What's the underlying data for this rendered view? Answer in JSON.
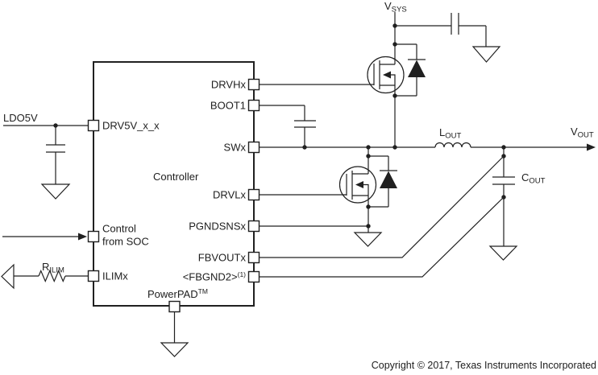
{
  "schematic": {
    "controller": {
      "name": "Controller",
      "pins_left": [
        {
          "label": "DRV5V_x_x"
        },
        {
          "label_line1": "Control",
          "label_line2": "from SOC"
        },
        {
          "label": "ILIMx"
        }
      ],
      "pins_right": [
        "DRVHx",
        "BOOT1",
        "SWx",
        "DRVLx",
        "PGNDSNSx",
        "FBVOUTx"
      ],
      "pin_fbgnd2": {
        "base": "<FBGND2>",
        "sup": "(1)"
      },
      "pin_powerpad": {
        "base": "PowerPAD",
        "sup": "TM"
      }
    },
    "nets": {
      "ldo5v": "LDO5V",
      "vsys": {
        "base": "V",
        "sub": "SYS"
      },
      "vout": {
        "base": "V",
        "sub": "OUT"
      },
      "lout": {
        "base": "L",
        "sub": "OUT"
      },
      "cout": {
        "base": "C",
        "sub": "OUT"
      },
      "rilim": {
        "base": "R",
        "sub": "ILIM"
      }
    },
    "colors": {
      "line": "#202020",
      "background": "#ffffff"
    }
  },
  "footer": {
    "copyright": "Copyright © 2017, Texas Instruments Incorporated"
  }
}
